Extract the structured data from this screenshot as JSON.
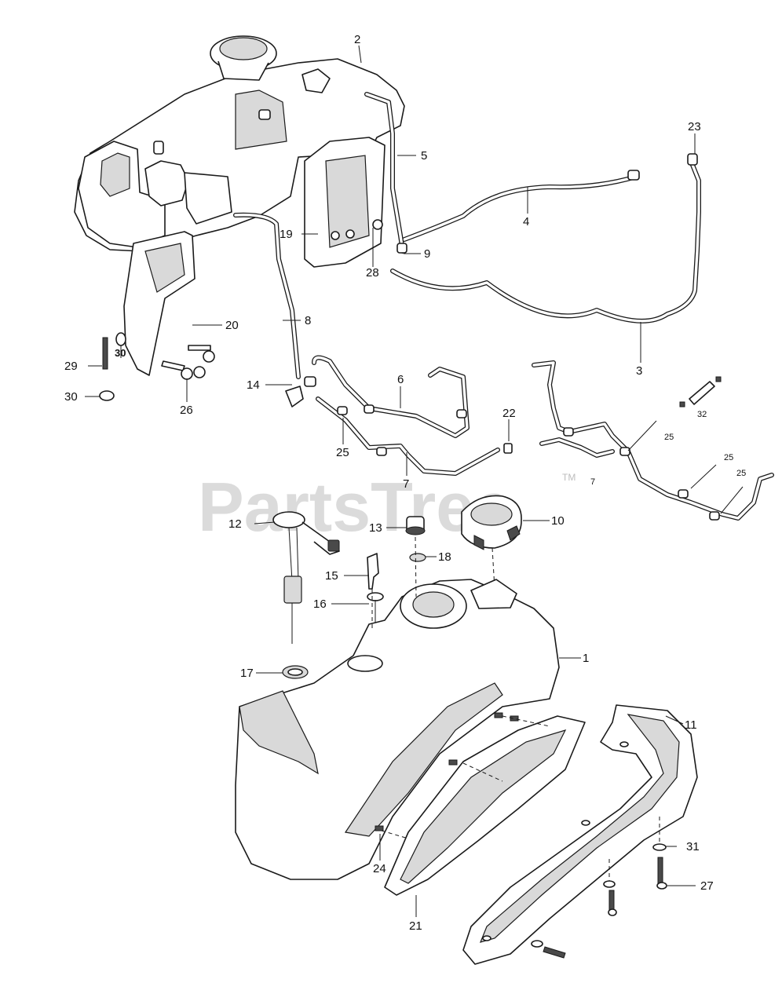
{
  "watermark": {
    "brand": "PartsTree",
    "tm": "TM"
  },
  "callouts": {
    "c1": "1",
    "c2": "2",
    "c3": "3",
    "c4": "4",
    "c5": "5",
    "c6": "6",
    "c7a": "7",
    "c7b": "7",
    "c8": "8",
    "c9": "9",
    "c10": "10",
    "c11": "11",
    "c12": "12",
    "c13": "13",
    "c14": "14",
    "c15": "15",
    "c16": "16",
    "c17": "17",
    "c18": "18",
    "c19": "19",
    "c20": "20",
    "c21": "21",
    "c22": "22",
    "c23": "23",
    "c24": "24",
    "c25a": "25",
    "c25b": "25",
    "c25c": "25",
    "c25d": "25",
    "c26": "26",
    "c27": "27",
    "c28": "28",
    "c29": "29",
    "c30a": "30",
    "c30b": "30",
    "c31": "31",
    "c32": "32"
  }
}
